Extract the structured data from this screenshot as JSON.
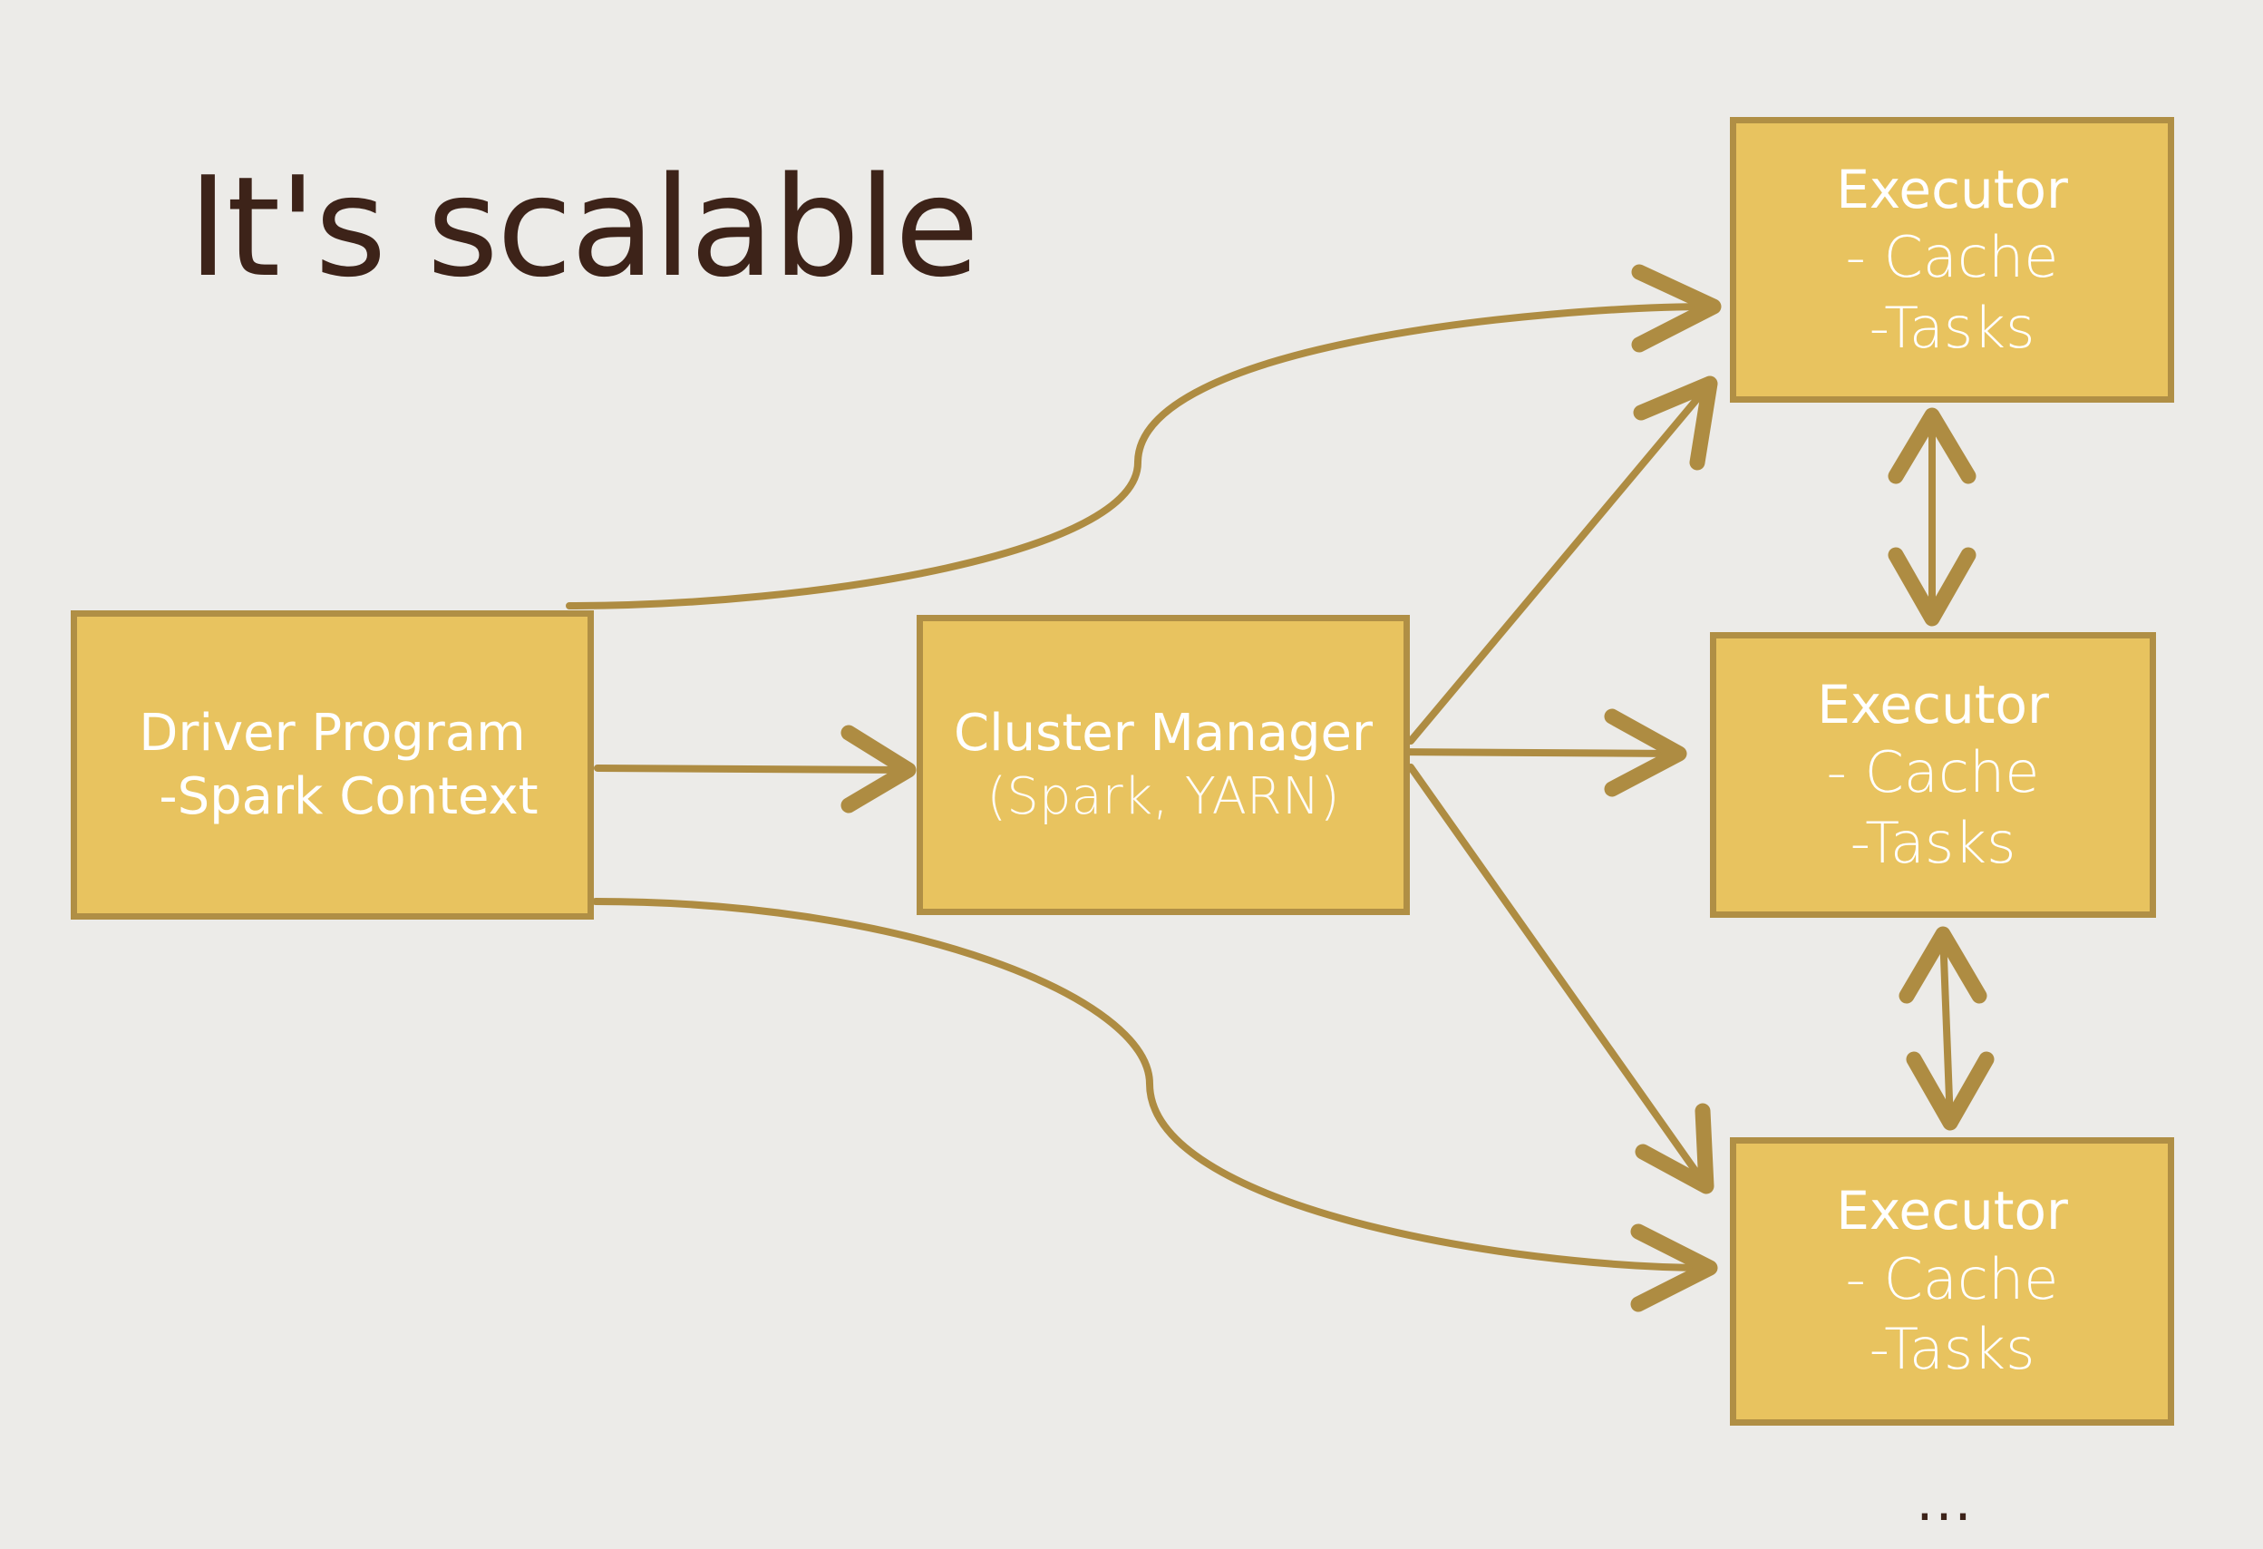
{
  "title": "It's scalable",
  "driver": {
    "line1": "Driver Program",
    "line2": "-Spark Context"
  },
  "cluster_manager": {
    "line1": "Cluster Manager",
    "line2": "(Spark, YARN)"
  },
  "executors": [
    {
      "head": "Executor",
      "item1": "- Cache",
      "item2": "-Tasks"
    },
    {
      "head": "Executor",
      "item1": "- Cache",
      "item2": "-Tasks"
    },
    {
      "head": "Executor",
      "item1": "- Cache",
      "item2": "-Tasks"
    }
  ],
  "ellipsis": "...",
  "colors": {
    "background": "#ecebe8",
    "box_fill": "#e8c35f",
    "box_border": "#b08f45",
    "arrow": "#b08f45",
    "title_text": "#3d2319",
    "box_text": "#ffffff"
  }
}
